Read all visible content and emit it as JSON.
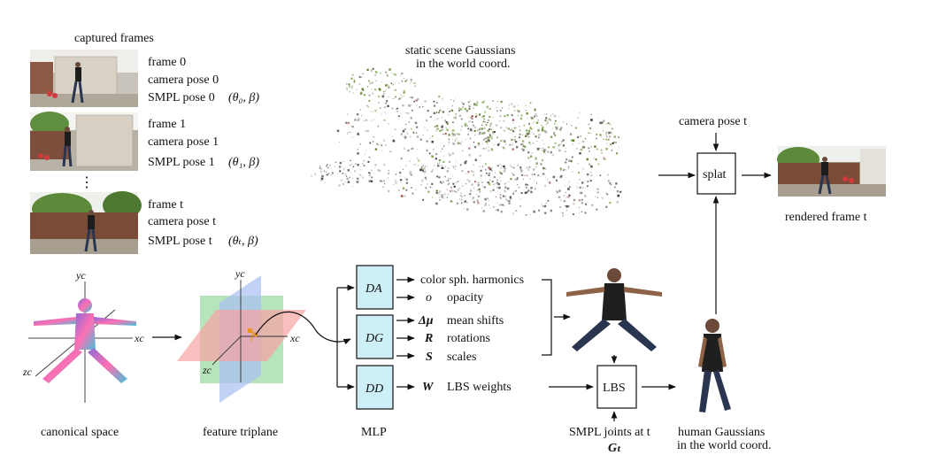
{
  "captured_frames": {
    "title": "captured frames",
    "frames": [
      {
        "frame": "frame 0",
        "camera": "camera pose 0",
        "smpl": "SMPL pose 0",
        "params": "(θ₀, β)"
      },
      {
        "frame": "frame 1",
        "camera": "camera pose 1",
        "smpl": "SMPL pose 1",
        "params": "(θ₁, β)"
      },
      {
        "frame": "frame t",
        "camera": "camera pose t",
        "smpl": "SMPL pose t",
        "params": "(θₜ, β)"
      }
    ],
    "ellipsis": "⋮"
  },
  "static_scene": {
    "line1": "static scene Gaussians",
    "line2": "in the world coord."
  },
  "splat": {
    "camera_pose": "camera pose t",
    "label": "splat",
    "rendered": "rendered frame t"
  },
  "canonical": {
    "label": "canonical space",
    "y_axis": "yc",
    "x_axis": "xc",
    "z_axis": "zc"
  },
  "triplane": {
    "label": "feature triplane",
    "y_axis": "yc",
    "x_axis": "xc",
    "z_axis": "zc",
    "f": "f"
  },
  "mlp": {
    "label": "MLP",
    "decoders": [
      "DA",
      "DG",
      "DD"
    ],
    "outputs_a": [
      {
        "sym": "",
        "text": "color sph. harmonics"
      },
      {
        "sym": "o",
        "text": "opacity"
      }
    ],
    "outputs_g": [
      {
        "sym": "Δμ",
        "text": "mean shifts"
      },
      {
        "sym": "R",
        "text": "rotations"
      },
      {
        "sym": "S",
        "text": "scales"
      }
    ],
    "outputs_d": [
      {
        "sym": "W",
        "text": "LBS weights"
      }
    ]
  },
  "lbs": {
    "label": "LBS",
    "joints_line1": "SMPL joints at t",
    "joints_line2": "Gₜ"
  },
  "human": {
    "line1": "human Gaussians",
    "line2": "in the world coord."
  }
}
